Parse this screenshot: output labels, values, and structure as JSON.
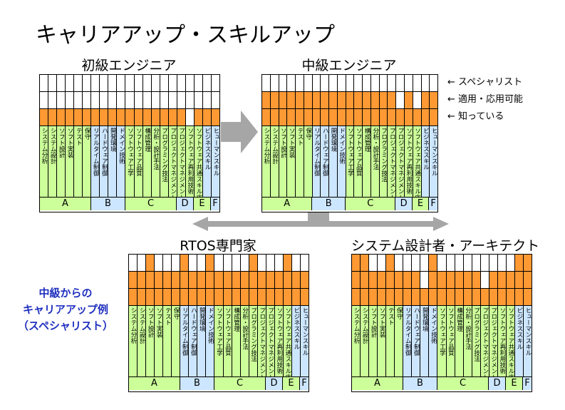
{
  "title": "キャリアアップ・スキルアップ",
  "legend": {
    "specialist": "← スペシャリスト",
    "apply": "← 適用・応用可能",
    "know": "← 知っている"
  },
  "career_note": [
    "中級からの",
    "キャリアアップ例",
    "（スペシャリスト）"
  ],
  "skills": [
    "システム分析",
    "システム設計",
    "ソフト設計",
    "ソフト実装",
    "テスト",
    "保守",
    "リアルタイム制御",
    "ハードウェア制御",
    "開発環境",
    "ドメイン技術",
    "ソフトウェア工学",
    "ソフトウェア品質",
    "構成管理",
    "分析・設計手法",
    "プログラミング技法",
    "プロジェクトマネジメント導入",
    "プロジェクトマネジメント技法",
    "ソフトウェア再利用技術",
    "ソフトウェア共通スキル応用",
    "ビジネススキル",
    "ヒューマンスキル"
  ],
  "skill_colors": [
    "green",
    "green",
    "green",
    "green",
    "green",
    "green",
    "blue",
    "blue",
    "blue",
    "blue",
    "green",
    "green",
    "green",
    "green",
    "green",
    "green",
    "green",
    "green",
    "green",
    "blue",
    "blue"
  ],
  "categories": [
    {
      "label": "A",
      "span": 6,
      "color": "green"
    },
    {
      "label": "B",
      "span": 4,
      "color": "blue"
    },
    {
      "label": "C",
      "span": 6,
      "color": "green"
    },
    {
      "label": "D",
      "span": 2,
      "color": "blue"
    },
    {
      "label": "E",
      "span": 2,
      "color": "green"
    },
    {
      "label": "F",
      "span": 1,
      "color": "blue"
    }
  ],
  "grids": [
    {
      "heading": "初級エンジニア",
      "rows": [
        [
          0,
          0,
          0,
          0,
          0,
          0,
          0,
          0,
          0,
          0,
          0,
          0,
          0,
          0,
          0,
          0,
          0,
          0,
          0,
          0,
          0
        ],
        [
          0,
          0,
          0,
          0,
          0,
          0,
          0,
          0,
          0,
          0,
          0,
          0,
          0,
          0,
          0,
          0,
          0,
          0,
          0,
          0,
          0
        ],
        [
          1,
          1,
          1,
          1,
          1,
          1,
          1,
          1,
          1,
          1,
          1,
          1,
          1,
          1,
          1,
          1,
          1,
          0,
          1,
          1,
          1
        ]
      ]
    },
    {
      "heading": "中級エンジニア",
      "rows": [
        [
          0,
          0,
          0,
          0,
          0,
          0,
          0,
          0,
          0,
          0,
          0,
          0,
          0,
          0,
          0,
          0,
          0,
          0,
          0,
          0,
          0
        ],
        [
          1,
          1,
          1,
          1,
          1,
          1,
          1,
          1,
          1,
          1,
          1,
          1,
          1,
          1,
          1,
          1,
          0,
          1,
          0,
          1,
          1
        ],
        [
          1,
          1,
          1,
          1,
          1,
          1,
          1,
          1,
          1,
          1,
          1,
          1,
          1,
          1,
          1,
          1,
          1,
          1,
          1,
          1,
          1
        ]
      ]
    },
    {
      "heading": "RTOS専門家",
      "rows": [
        [
          0,
          0,
          1,
          0,
          0,
          0,
          1,
          0,
          0,
          1,
          0,
          0,
          0,
          0,
          1,
          0,
          0,
          0,
          1,
          0,
          0
        ],
        [
          1,
          1,
          1,
          1,
          1,
          1,
          1,
          1,
          1,
          1,
          1,
          1,
          1,
          1,
          1,
          1,
          1,
          1,
          1,
          1,
          1
        ],
        [
          1,
          1,
          1,
          1,
          1,
          1,
          1,
          1,
          1,
          1,
          1,
          1,
          1,
          1,
          1,
          1,
          1,
          1,
          1,
          1,
          1
        ]
      ]
    },
    {
      "heading": "システム設計者・アーキテクト",
      "rows": [
        [
          1,
          1,
          0,
          0,
          1,
          0,
          0,
          0,
          0,
          1,
          0,
          0,
          0,
          0,
          0,
          0,
          0,
          0,
          0,
          1,
          1
        ],
        [
          1,
          1,
          1,
          1,
          1,
          1,
          1,
          1,
          0,
          1,
          1,
          1,
          1,
          1,
          1,
          0,
          1,
          1,
          1,
          1,
          1
        ],
        [
          1,
          1,
          1,
          1,
          1,
          1,
          1,
          1,
          1,
          1,
          1,
          1,
          1,
          1,
          1,
          1,
          1,
          1,
          1,
          1,
          1
        ]
      ]
    }
  ]
}
